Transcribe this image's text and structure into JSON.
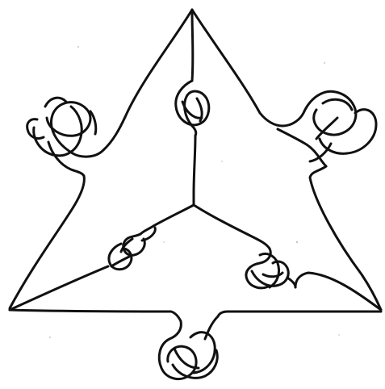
{
  "figure": {
    "description_kind": "knotted-graph-drawing",
    "ink_color": "#111111",
    "paper_color": "#ffffff"
  },
  "graph": {
    "outer_vertices": [
      "top",
      "left",
      "right"
    ],
    "inner_vertex": "center",
    "edges": [
      {
        "id": "top-left",
        "knotted": true
      },
      {
        "id": "top-right",
        "knotted": true
      },
      {
        "id": "left-right",
        "knotted": true
      },
      {
        "id": "center-top",
        "knotted": true
      },
      {
        "id": "center-left",
        "knotted": true
      },
      {
        "id": "center-right",
        "knotted": true
      }
    ]
  }
}
